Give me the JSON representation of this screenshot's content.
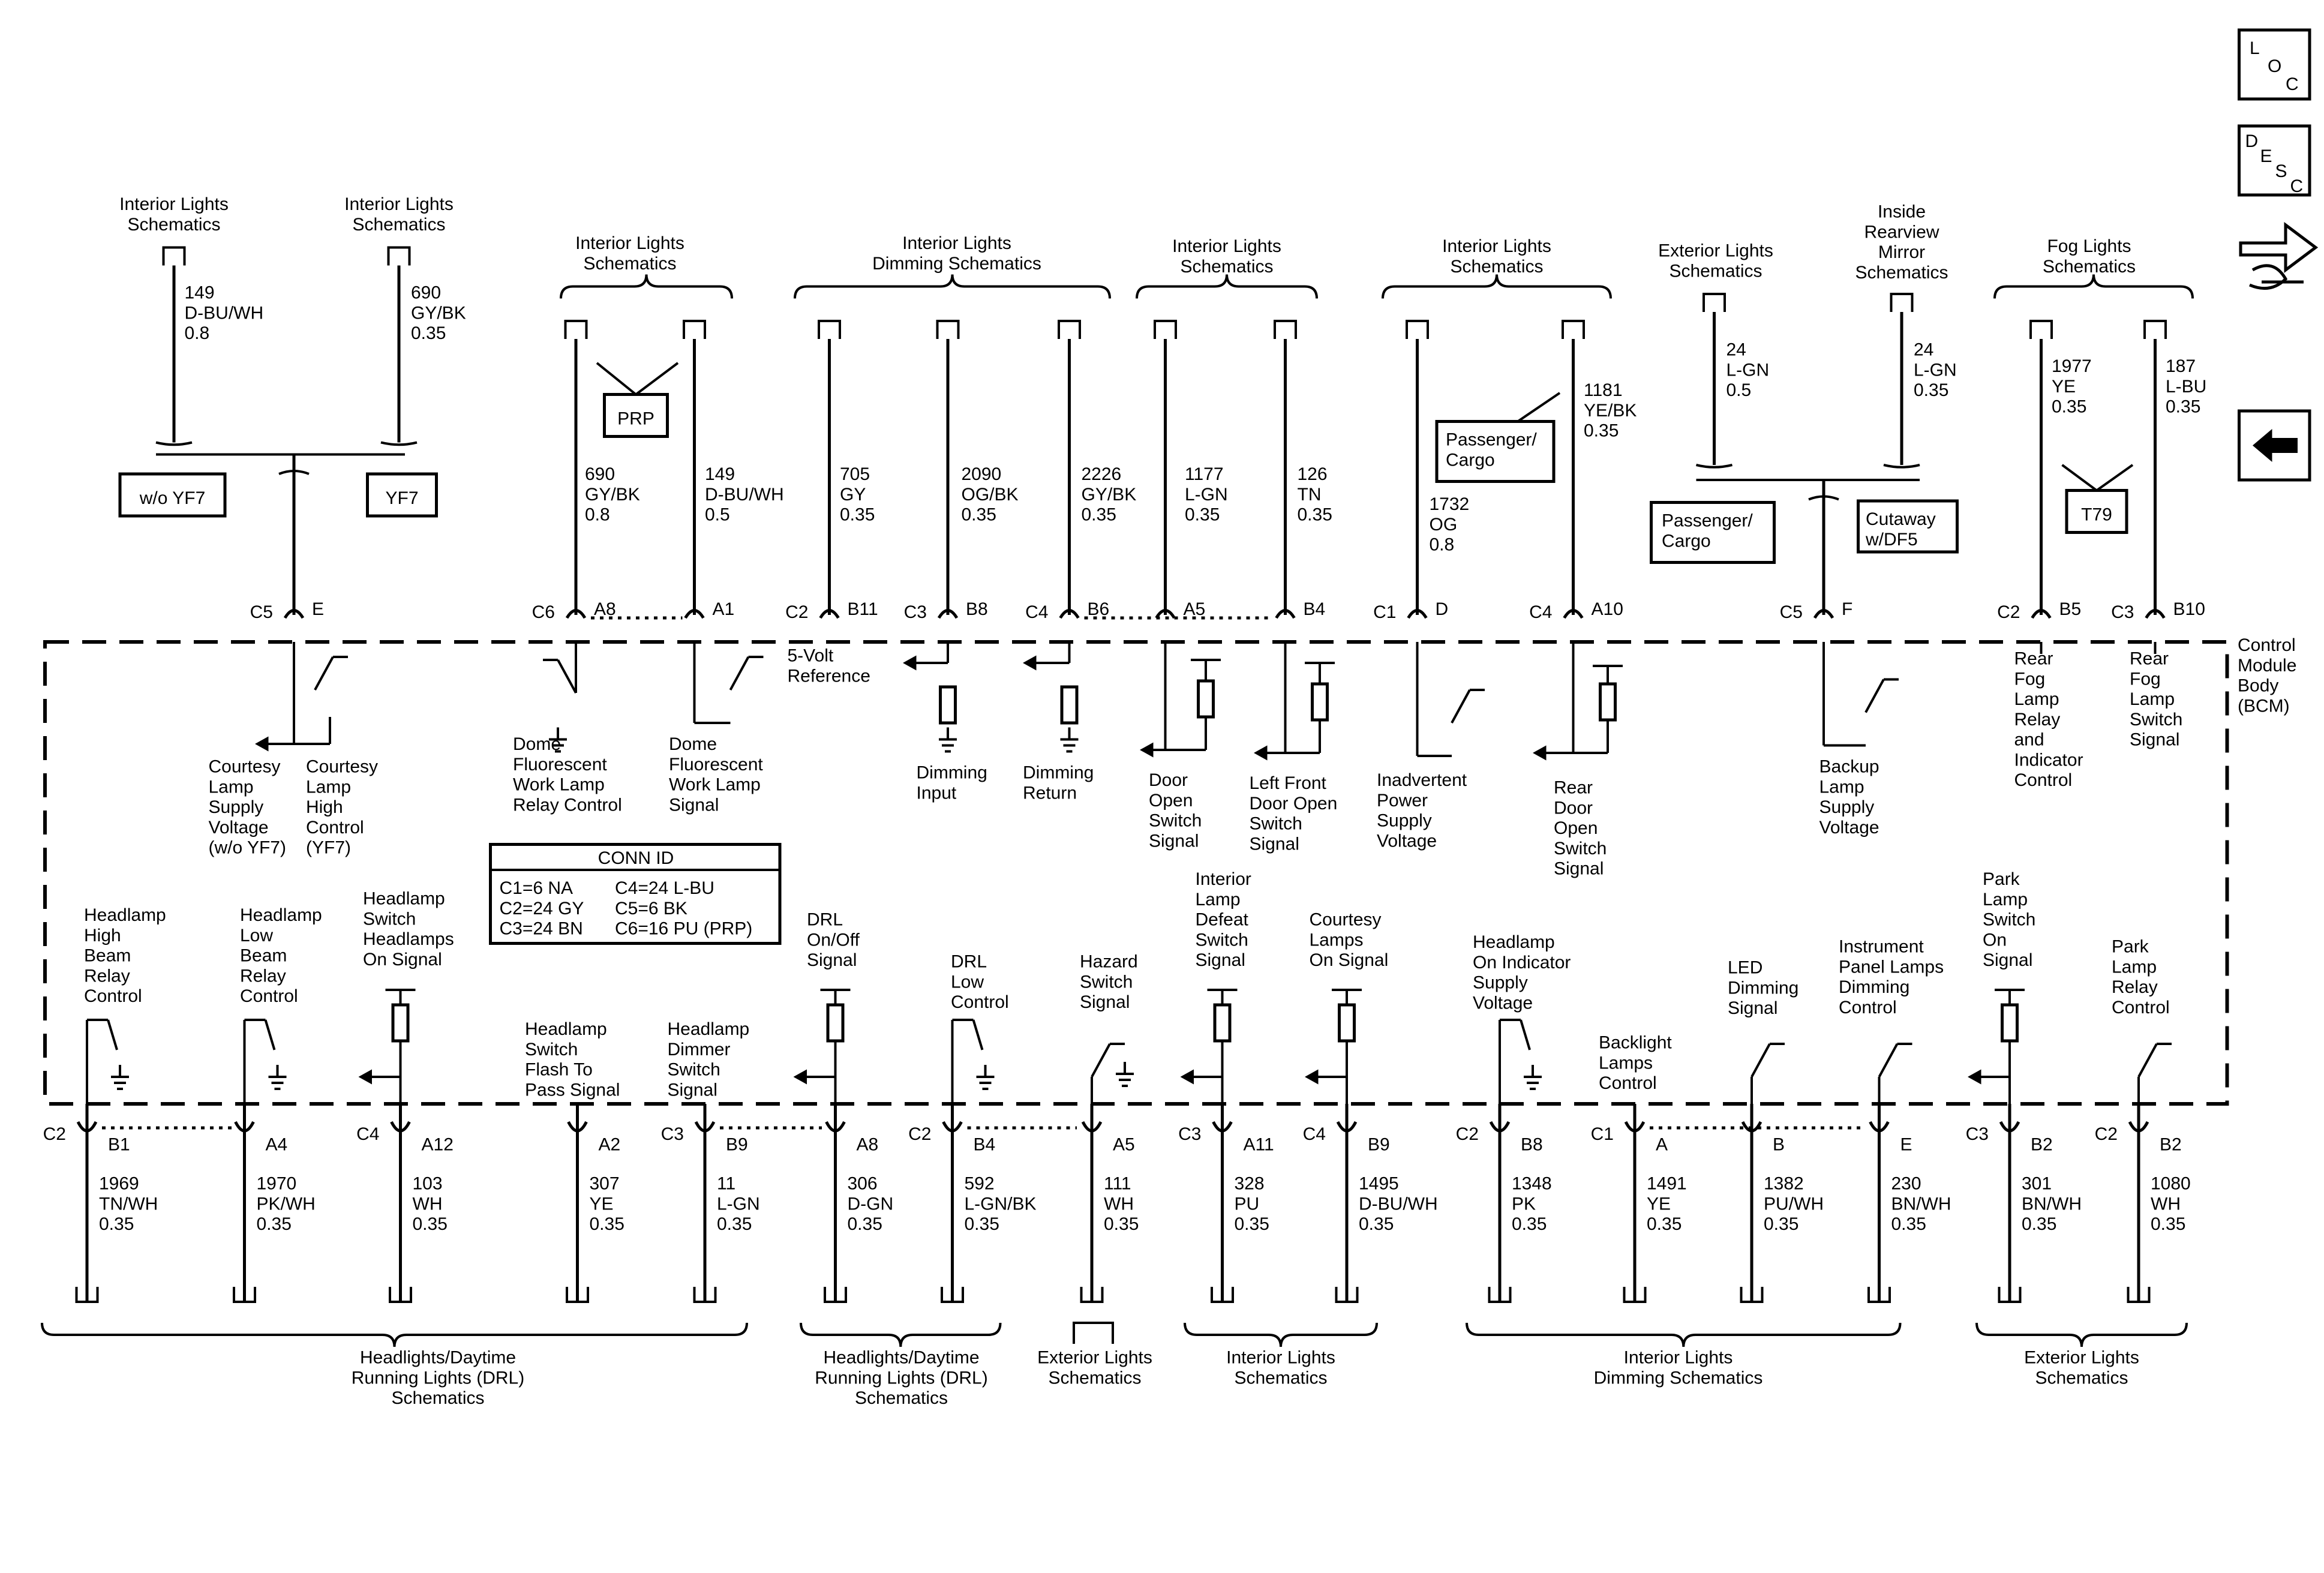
{
  "top_refs": [
    {
      "lines": [
        "Interior Lights",
        "Schematics"
      ]
    },
    {
      "lines": [
        "Interior Lights",
        "Schematics"
      ]
    },
    {
      "lines": [
        "Interior Lights",
        "Schematics"
      ]
    },
    {
      "lines": [
        "Interior Lights",
        "Dimming Schematics"
      ]
    },
    {
      "lines": [
        "Interior Lights",
        "Schematics"
      ]
    },
    {
      "lines": [
        "Interior Lights",
        "Schematics"
      ]
    },
    {
      "lines": [
        "Exterior Lights",
        "Schematics"
      ]
    },
    {
      "lines": [
        "Inside",
        "Rearview",
        "Mirror",
        "Schematics"
      ]
    },
    {
      "lines": [
        "Fog Lights",
        "Schematics"
      ]
    }
  ],
  "top_wires": [
    {
      "circuit": "149",
      "color": "D-BU/WH",
      "gauge": "0.8"
    },
    {
      "circuit": "690",
      "color": "GY/BK",
      "gauge": "0.35"
    },
    {
      "circuit": "690",
      "color": "GY/BK",
      "gauge": "0.8"
    },
    {
      "circuit": "149",
      "color": "D-BU/WH",
      "gauge": "0.5"
    },
    {
      "circuit": "705",
      "color": "GY",
      "gauge": "0.35"
    },
    {
      "circuit": "2090",
      "color": "OG/BK",
      "gauge": "0.35"
    },
    {
      "circuit": "2226",
      "color": "GY/BK",
      "gauge": "0.35"
    },
    {
      "circuit": "1177",
      "color": "L-GN",
      "gauge": "0.35"
    },
    {
      "circuit": "126",
      "color": "TN",
      "gauge": "0.35"
    },
    {
      "circuit": "1732",
      "color": "OG",
      "gauge": "0.8"
    },
    {
      "circuit": "1181",
      "color": "YE/BK",
      "gauge": "0.35"
    },
    {
      "circuit": "24",
      "color": "L-GN",
      "gauge": "0.5"
    },
    {
      "circuit": "24",
      "color": "L-GN",
      "gauge": "0.35"
    },
    {
      "circuit": "1977",
      "color": "YE",
      "gauge": "0.35"
    },
    {
      "circuit": "187",
      "color": "L-BU",
      "gauge": "0.35"
    }
  ],
  "option_boxes": {
    "wo_yf7": "w/o YF7",
    "yf7": "YF7",
    "prp": "PRP",
    "passenger_cargo_top": [
      "Passenger/",
      "Cargo"
    ],
    "passenger_cargo": [
      "Passenger/",
      "Cargo"
    ],
    "cutaway": [
      "Cutaway",
      "w/DF5"
    ],
    "t79": "T79"
  },
  "top_pins": [
    {
      "conn": "C5",
      "pin": "E"
    },
    {
      "conn": "C6",
      "pin": "A8"
    },
    {
      "conn": "",
      "pin": "A1"
    },
    {
      "conn": "C2",
      "pin": "B11"
    },
    {
      "conn": "C3",
      "pin": "B8"
    },
    {
      "conn": "C4",
      "pin": "B6"
    },
    {
      "conn": "",
      "pin": "A5"
    },
    {
      "conn": "",
      "pin": "B4"
    },
    {
      "conn": "C1",
      "pin": "D"
    },
    {
      "conn": "C4",
      "pin": "A10"
    },
    {
      "conn": "C5",
      "pin": "F"
    },
    {
      "conn": "C2",
      "pin": "B5"
    },
    {
      "conn": "C3",
      "pin": "B10"
    }
  ],
  "top_signals": [
    {
      "lines": [
        "Courtesy",
        "Lamp",
        "Supply",
        "Voltage",
        "(w/o YF7)"
      ]
    },
    {
      "lines": [
        "Courtesy",
        "Lamp",
        "High",
        "Control",
        "(YF7)"
      ]
    },
    {
      "lines": [
        "Dome",
        "Fluorescent",
        "Work Lamp",
        "Relay Control"
      ]
    },
    {
      "lines": [
        "Dome",
        "Fluorescent",
        "Work Lamp",
        "Signal"
      ]
    },
    {
      "lines": [
        "5-Volt",
        "Reference"
      ]
    },
    {
      "lines": [
        "Dimming",
        "Input"
      ]
    },
    {
      "lines": [
        "Dimming",
        "Return"
      ]
    },
    {
      "lines": [
        "Door",
        "Open",
        "Switch",
        "Signal"
      ]
    },
    {
      "lines": [
        "Left Front",
        "Door Open",
        "Switch",
        "Signal"
      ]
    },
    {
      "lines": [
        "Inadvertent",
        "Power",
        "Supply",
        "Voltage"
      ]
    },
    {
      "lines": [
        "Rear",
        "Door",
        "Open",
        "Switch",
        "Signal"
      ]
    },
    {
      "lines": [
        "Backup",
        "Lamp",
        "Supply",
        "Voltage"
      ]
    },
    {
      "lines": [
        "Rear",
        "Fog",
        "Lamp",
        "Relay",
        "and",
        "Indicator",
        "Control"
      ]
    },
    {
      "lines": [
        "Rear",
        "Fog",
        "Lamp",
        "Switch",
        "Signal"
      ]
    }
  ],
  "module_label": [
    "Control",
    "Module",
    "Body",
    "(BCM)"
  ],
  "conn_id": {
    "title": "CONN ID",
    "rows": [
      [
        "C1=6 NA",
        "C4=24 L-BU"
      ],
      [
        "C2=24 GY",
        "C5=6 BK"
      ],
      [
        "C3=24 BN",
        "C6=16 PU (PRP)"
      ]
    ]
  },
  "bottom_signals": [
    {
      "lines": [
        "Headlamp",
        "High",
        "Beam",
        "Relay",
        "Control"
      ]
    },
    {
      "lines": [
        "Headlamp",
        "Low",
        "Beam",
        "Relay",
        "Control"
      ]
    },
    {
      "lines": [
        "Headlamp",
        "Switch",
        "Headlamps",
        "On Signal"
      ]
    },
    {
      "lines": [
        "Headlamp",
        "Switch",
        "Flash To",
        "Pass Signal"
      ]
    },
    {
      "lines": [
        "Headlamp",
        "Dimmer",
        "Switch",
        "Signal"
      ]
    },
    {
      "lines": [
        "DRL",
        "On/Off",
        "Signal"
      ]
    },
    {
      "lines": [
        "DRL",
        "Low",
        "Control"
      ]
    },
    {
      "lines": [
        "Hazard",
        "Switch",
        "Signal"
      ]
    },
    {
      "lines": [
        "Interior",
        "Lamp",
        "Defeat",
        "Switch",
        "Signal"
      ]
    },
    {
      "lines": [
        "Courtesy",
        "Lamps",
        "On Signal"
      ]
    },
    {
      "lines": [
        "Headlamp",
        "On Indicator",
        "Supply",
        "Voltage"
      ]
    },
    {
      "lines": [
        "Backlight",
        "Lamps",
        "Control"
      ]
    },
    {
      "lines": [
        "LED",
        "Dimming",
        "Signal"
      ]
    },
    {
      "lines": [
        "Instrument",
        "Panel Lamps",
        "Dimming",
        "Control"
      ]
    },
    {
      "lines": [
        "Park",
        "Lamp",
        "Switch",
        "On",
        "Signal"
      ]
    },
    {
      "lines": [
        "Park",
        "Lamp",
        "Relay",
        "Control"
      ]
    }
  ],
  "bottom_pins": [
    {
      "conn": "C2",
      "pin": "B1"
    },
    {
      "conn": "",
      "pin": "A4"
    },
    {
      "conn": "C4",
      "pin": "A12"
    },
    {
      "conn": "",
      "pin": "A2"
    },
    {
      "conn": "C3",
      "pin": "B9"
    },
    {
      "conn": "",
      "pin": "A8"
    },
    {
      "conn": "C2",
      "pin": "B4"
    },
    {
      "conn": "",
      "pin": "A5"
    },
    {
      "conn": "C3",
      "pin": "A11"
    },
    {
      "conn": "C4",
      "pin": "B9"
    },
    {
      "conn": "C2",
      "pin": "B8"
    },
    {
      "conn": "C1",
      "pin": "A"
    },
    {
      "conn": "",
      "pin": "B"
    },
    {
      "conn": "",
      "pin": "E"
    },
    {
      "conn": "C3",
      "pin": "B2"
    },
    {
      "conn": "C2",
      "pin": "B2"
    }
  ],
  "bottom_wires": [
    {
      "circuit": "1969",
      "color": "TN/WH",
      "gauge": "0.35"
    },
    {
      "circuit": "1970",
      "color": "PK/WH",
      "gauge": "0.35"
    },
    {
      "circuit": "103",
      "color": "WH",
      "gauge": "0.35"
    },
    {
      "circuit": "307",
      "color": "YE",
      "gauge": "0.35"
    },
    {
      "circuit": "11",
      "color": "L-GN",
      "gauge": "0.35"
    },
    {
      "circuit": "306",
      "color": "D-GN",
      "gauge": "0.35"
    },
    {
      "circuit": "592",
      "color": "L-GN/BK",
      "gauge": "0.35"
    },
    {
      "circuit": "111",
      "color": "WH",
      "gauge": "0.35"
    },
    {
      "circuit": "328",
      "color": "PU",
      "gauge": "0.35"
    },
    {
      "circuit": "1495",
      "color": "D-BU/WH",
      "gauge": "0.35"
    },
    {
      "circuit": "1348",
      "color": "PK",
      "gauge": "0.35"
    },
    {
      "circuit": "1491",
      "color": "YE",
      "gauge": "0.35"
    },
    {
      "circuit": "1382",
      "color": "PU/WH",
      "gauge": "0.35"
    },
    {
      "circuit": "230",
      "color": "BN/WH",
      "gauge": "0.35"
    },
    {
      "circuit": "301",
      "color": "BN/WH",
      "gauge": "0.35"
    },
    {
      "circuit": "1080",
      "color": "WH",
      "gauge": "0.35"
    }
  ],
  "bottom_refs": [
    {
      "lines": [
        "Headlights/Daytime",
        "Running Lights (DRL)",
        "Schematics"
      ]
    },
    {
      "lines": [
        "Headlights/Daytime",
        "Running Lights (DRL)",
        "Schematics"
      ]
    },
    {
      "lines": [
        "Exterior Lights",
        "Schematics"
      ]
    },
    {
      "lines": [
        "Interior Lights",
        "Schematics"
      ]
    },
    {
      "lines": [
        "Interior Lights",
        "Dimming Schematics"
      ]
    },
    {
      "lines": [
        "Exterior Lights",
        "Schematics"
      ]
    }
  ],
  "side_buttons": {
    "loc": [
      "L",
      "O",
      "C"
    ],
    "desc": [
      "D",
      "E",
      "S",
      "C"
    ]
  },
  "icons": [
    "loc-icon",
    "desc-icon",
    "connector-swap-icon",
    "back-arrow-icon"
  ]
}
